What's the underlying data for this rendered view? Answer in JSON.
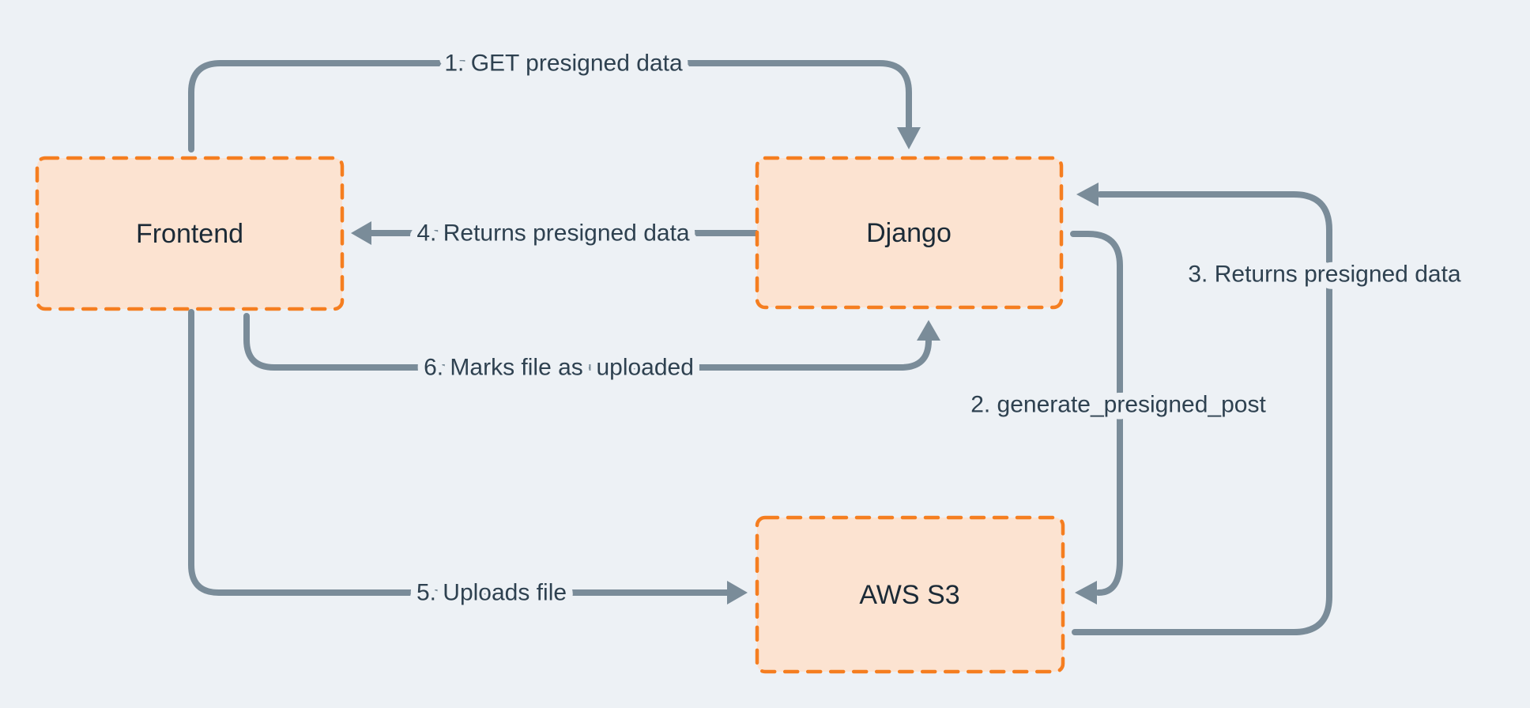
{
  "diagram": {
    "type": "flow-diagram",
    "title": "Presigned upload flow between Frontend, Django and AWS S3",
    "nodes": {
      "frontend": {
        "label": "Frontend"
      },
      "django": {
        "label": "Django"
      },
      "aws_s3": {
        "label": "AWS S3"
      }
    },
    "edges": {
      "e1": {
        "label": "1. GET presigned data",
        "from": "Frontend",
        "to": "Django"
      },
      "e2": {
        "label": "2. generate_presigned_post",
        "from": "Django",
        "to": "AWS S3"
      },
      "e3": {
        "label": "3. Returns presigned data",
        "from": "AWS S3",
        "to": "Django"
      },
      "e4": {
        "label": "4. Returns presigned data",
        "from": "Django",
        "to": "Frontend"
      },
      "e5": {
        "label": "5. Uploads file",
        "from": "Frontend",
        "to": "AWS S3"
      },
      "e6": {
        "label": "6. Marks file as  uploaded",
        "from": "Frontend",
        "to": "Django"
      }
    },
    "colors": {
      "background": "#edf1f5",
      "node_fill": "#fce3d1",
      "node_border": "#f57e20",
      "arrow": "#7a8c99",
      "edge_label_text": "#2e4150",
      "node_label_text": "#1b2a36"
    }
  }
}
